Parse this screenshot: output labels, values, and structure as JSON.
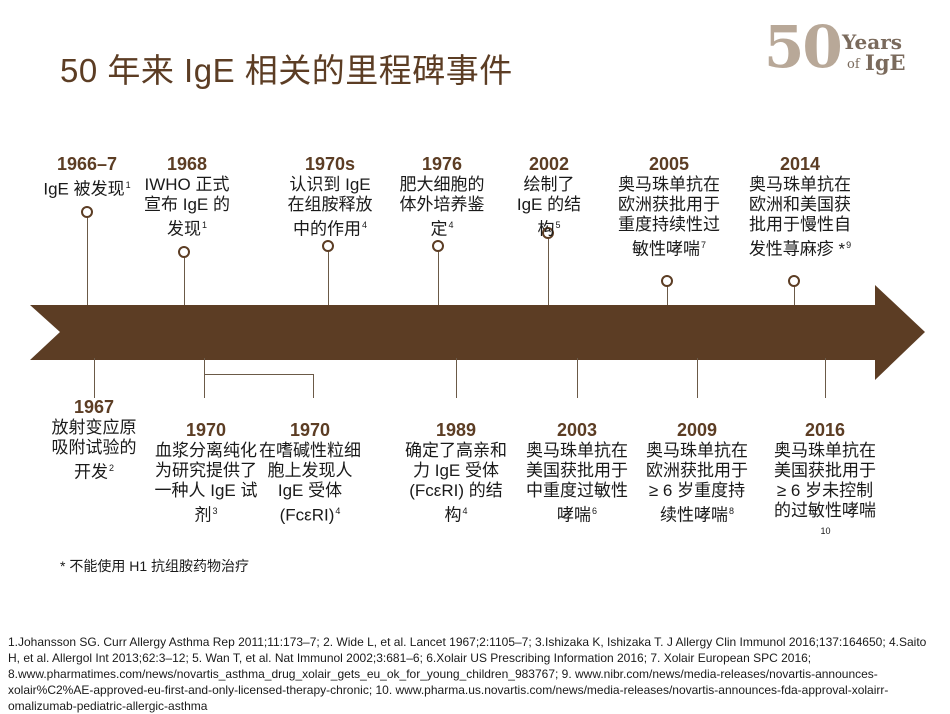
{
  "title": "50 年来 IgE 相关的里程碑事件",
  "logo": {
    "number": "50",
    "years": "Years",
    "of": "of",
    "ige": "IgE"
  },
  "colors": {
    "arrow": "#5c3d24",
    "title": "#5c3d24",
    "year": "#5c3d24",
    "logo": "#b8a898"
  },
  "events_top": [
    {
      "year": "1966–7",
      "text": "IgE 被发现",
      "ref": "1"
    },
    {
      "year": "1968",
      "text": "IWHO 正式宣布 IgE 的发现",
      "ref": "1"
    },
    {
      "year": "1970s",
      "text": "认识到 IgE 在组胺释放中的作用",
      "ref": "4"
    },
    {
      "year": "1976",
      "text": "肥大细胞的体外培养鉴定",
      "ref": "4"
    },
    {
      "year": "2002",
      "text": "绘制了 IgE 的结构",
      "ref": "5"
    },
    {
      "year": "2005",
      "text": "奥马珠单抗在欧洲获批用于重度持续性过敏性哮喘",
      "ref": "7"
    },
    {
      "year": "2014",
      "text": "奥马珠单抗在欧洲和美国获批用于慢性自发性荨麻疹 *",
      "ref": "9"
    }
  ],
  "events_bottom": [
    {
      "year": "1967",
      "text": "放射变应原吸附试验的开发",
      "ref": "2"
    },
    {
      "year": "1970",
      "text": "血浆分离纯化为研究提供了一种人 IgE 试剂",
      "ref": "3"
    },
    {
      "year": "1970",
      "text": "在嗜碱性粒细胞上发现人 IgE 受体 (FcεRI)",
      "ref": "4"
    },
    {
      "year": "1989",
      "text": "确定了高亲和力 IgE 受体 (FcεRI) 的结构",
      "ref": "4"
    },
    {
      "year": "2003",
      "text": "奥马珠单抗在美国获批用于中重度过敏性哮喘",
      "ref": "6"
    },
    {
      "year": "2009",
      "text": "奥马珠单抗在欧洲获批用于≥ 6 岁重度持续性哮喘",
      "ref": "8"
    },
    {
      "year": "2016",
      "text": "奥马珠单抗在美国获批用于≥ 6 岁未控制的过敏性哮喘",
      "ref": "10"
    }
  ],
  "footnote": "* 不能使用 H1 抗组胺药物治疗",
  "references": "1.Johansson SG. Curr Allergy Asthma Rep 2011;11:173–7; 2. Wide L, et al. Lancet 1967;2:1105–7; 3.Ishizaka K, Ishizaka T. J Allergy Clin Immunol 2016;137:164650; 4.Saito H, et al. Allergol Int 2013;62:3–12; 5. Wan T, et al. Nat Immunol 2002;3:681–6; 6.Xolair US Prescribing Information 2016; 7. Xolair European SPC 2016; 8.www.pharmatimes.com/news/novartis_asthma_drug_xolair_gets_eu_ok_for_young_children_983767; 9. www.nibr.com/news/media-releases/novartis-announces-xolair%C2%AE-approved-eu-first-and-only-licensed-therapy-chronic; 10. www.pharma.us.novartis.com/news/media-releases/novartis-announces-fda-approval-xolairr-omalizumab-pediatric-allergic-asthma"
}
